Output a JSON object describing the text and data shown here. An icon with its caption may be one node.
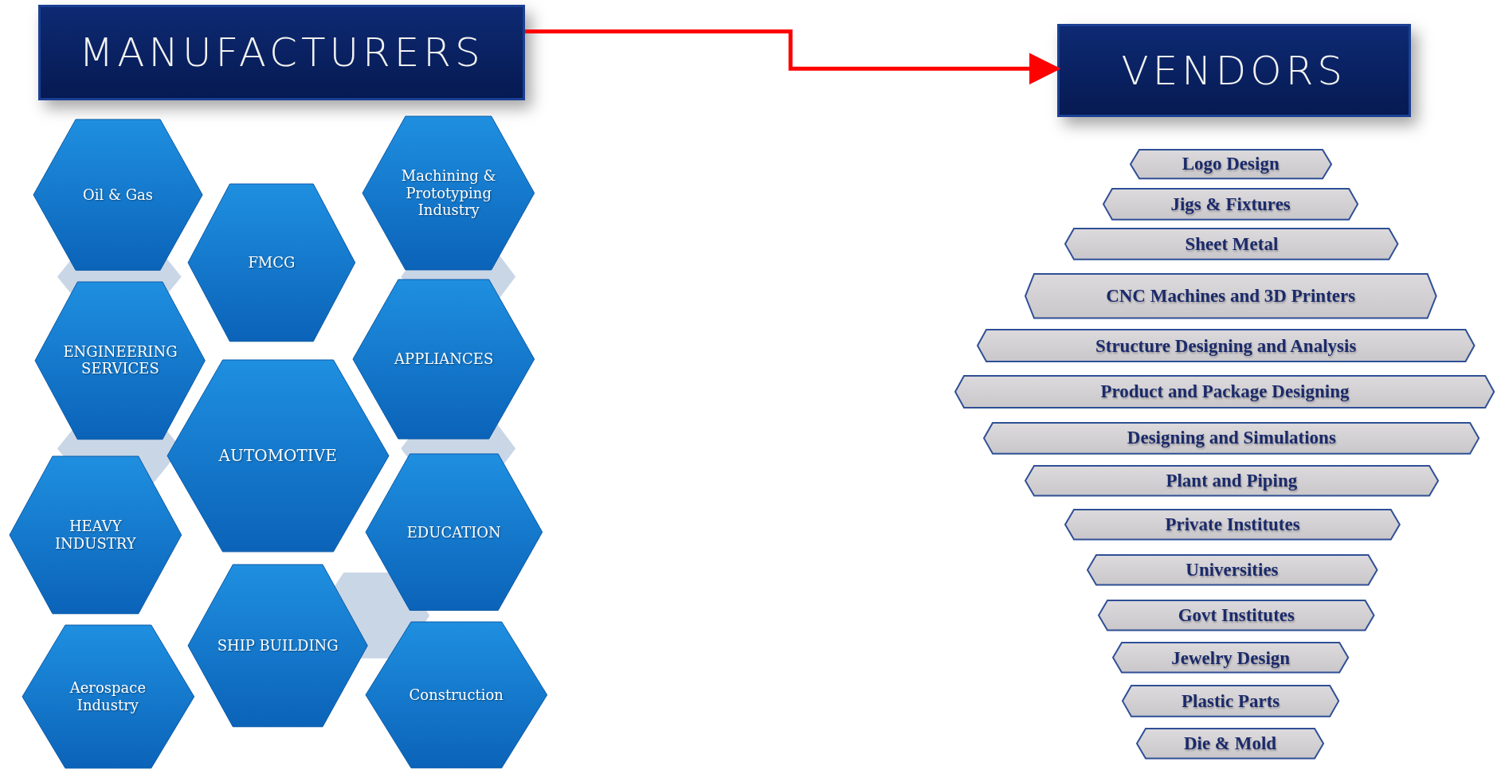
{
  "diagram": {
    "nodes": [
      {
        "text": [
          "MANUFACTURERS"
        ]
      },
      {
        "text": [
          "VENDORS"
        ]
      },
      {
        "text": [
          "Oil & Gas"
        ]
      },
      {
        "text": [
          "Machining & Prototyping Industry"
        ]
      },
      {
        "text": [
          "FMCG"
        ]
      },
      {
        "text": [
          "ENGINEERING SERVICES"
        ]
      },
      {
        "text": [
          "APPLIANCES"
        ]
      },
      {
        "text": [
          "AUTOMOTIVE"
        ]
      },
      {
        "text": [
          "HEAVY INDUSTRY"
        ]
      },
      {
        "text": [
          "EDUCATION"
        ]
      },
      {
        "text": [
          "SHIP BUILDING"
        ]
      },
      {
        "text": [
          "Aerospace Industry"
        ]
      },
      {
        "text": [
          "Construction"
        ]
      },
      {
        "text": [
          "Logo Design"
        ]
      },
      {
        "text": [
          "Jigs & Fixtures"
        ]
      },
      {
        "text": [
          "Sheet Metal"
        ]
      },
      {
        "text": [
          "CNC Machines and 3D Printers"
        ]
      },
      {
        "text": [
          "Structure Designing and Analysis"
        ]
      },
      {
        "text": [
          "Product and Package Designing"
        ]
      },
      {
        "text": [
          "Designing and Simulations"
        ]
      },
      {
        "text": [
          "Plant and Piping"
        ]
      },
      {
        "text": [
          "Private Institutes"
        ]
      },
      {
        "text": [
          "Universities"
        ]
      },
      {
        "text": [
          "Govt Institutes"
        ]
      },
      {
        "text": [
          "Jewelry Design"
        ]
      },
      {
        "text": [
          "Plastic Parts"
        ]
      },
      {
        "text": [
          "Die & Mold"
        ]
      }
    ],
    "edges": [
      {
        "from": 0,
        "to": 1,
        "arrow": "to",
        "color": "#ff0000"
      }
    ]
  }
}
